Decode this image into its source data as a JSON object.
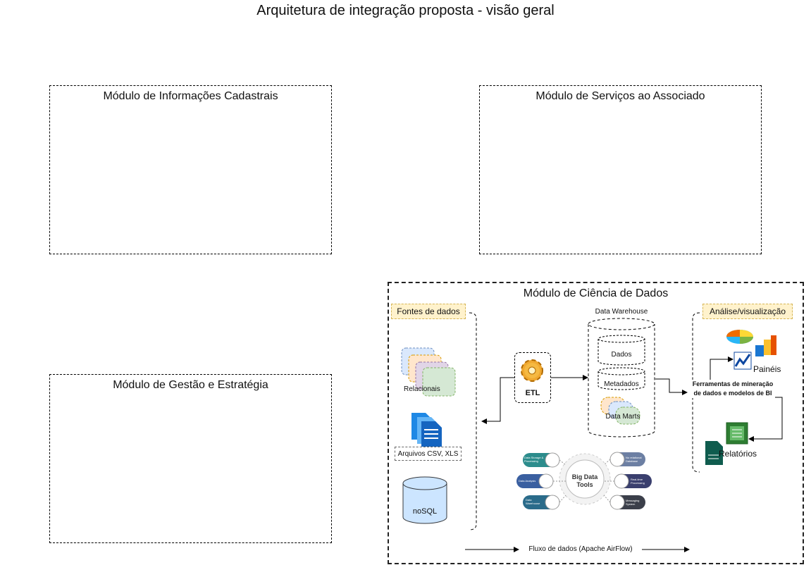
{
  "title": "Arquitetura de integração proposta - visão geral",
  "modules": {
    "cadastrais": "Módulo de Informações Cadastrais",
    "servicos": "Módulo de Serviços ao Associado",
    "gestao": "Módulo de Gestão e Estratégia",
    "ciencia": "Módulo de Ciência de Dados"
  },
  "sources": {
    "tag": "Fontes de dados",
    "relacionais": "Relacionais",
    "arquivos": "Arquivos CSV, XLS",
    "nosql": "noSQL"
  },
  "etl": "ETL",
  "warehouse": {
    "title": "Data Warehouse",
    "dados": "Dados",
    "metadados": "Metadados",
    "marts": "Data Marts"
  },
  "analysis": {
    "tag": "Análise/visualização",
    "paineis": "Painéis",
    "ferramentas": "Ferramentas de mineração de dados e modelos de BI",
    "relatorios": "Relatórios"
  },
  "bigdata": {
    "center": "Big Data Tools",
    "left": [
      "Data Storage & Processing",
      "Data Analysis",
      "Data Warehouse"
    ],
    "right": [
      "No relational Database",
      "Real-time Processing",
      "Messaging System"
    ]
  },
  "flow": "Fluxo de dados (Apache AirFlow)"
}
